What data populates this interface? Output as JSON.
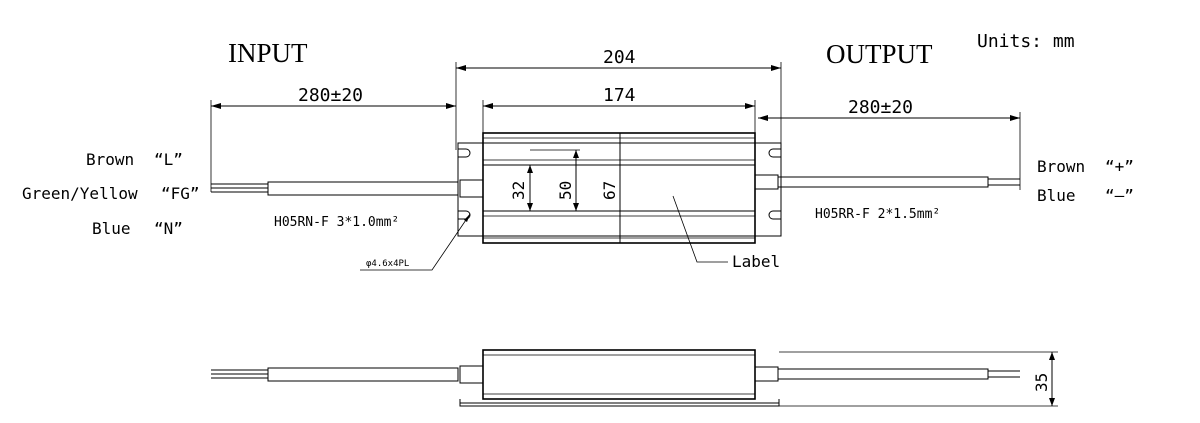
{
  "units": "Units: mm",
  "input_title": "INPUT",
  "output_title": "OUTPUT",
  "dimensions": {
    "total_length": "204",
    "body_length": "174",
    "input_cable_length": "280±20",
    "output_cable_length": "280±20",
    "width_inner": "32",
    "width_mid": "50",
    "width_total": "67",
    "height": "35"
  },
  "input_wires": [
    {
      "color": "Brown",
      "signal": "“L”"
    },
    {
      "color": "Green/Yellow",
      "signal": "“FG”"
    },
    {
      "color": "Blue",
      "signal": "“N”"
    }
  ],
  "output_wires": [
    {
      "color": "Brown",
      "signal": "“+”"
    },
    {
      "color": "Blue",
      "signal": "“—”"
    }
  ],
  "input_cable_spec": "H05RN-F 3*1.0mm²",
  "output_cable_spec": "H05RR-F 2*1.5mm²",
  "mounting_hole": "φ4.6x4PL",
  "label_callout": "Label"
}
